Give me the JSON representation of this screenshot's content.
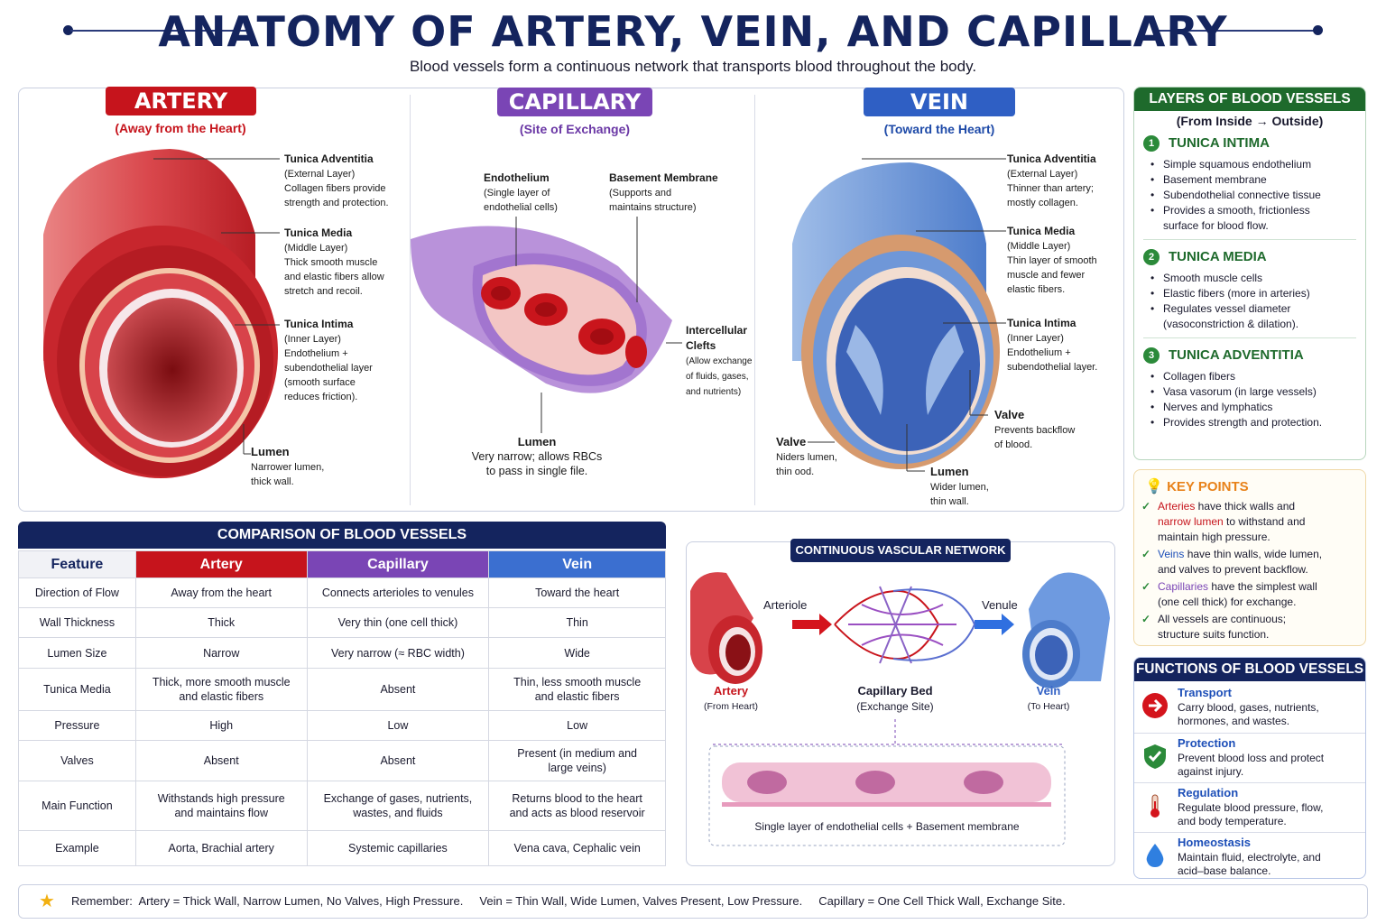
{
  "header": {
    "title": "ANATOMY OF ARTERY, VEIN, AND CAPILLARY",
    "subtitle": "Blood vessels form a continuous network that transports blood throughout the body."
  },
  "artery": {
    "tag": "ARTERY",
    "sub": "(Away from the Heart)",
    "adventitia": {
      "title": "Tunica Adventitia",
      "text": "(External Layer)\nCollagen fibers provide\nstrength and protection."
    },
    "media": {
      "title": "Tunica Media",
      "text": "(Middle Layer)\nThick smooth muscle\nand elastic fibers allow\nstretch and recoil."
    },
    "intima": {
      "title": "Tunica Intima",
      "text": "(Inner Layer)\nEndothelium +\nsubendothelial layer\n(smooth surface\nreduces friction)."
    },
    "lumen": {
      "title": "Lumen",
      "text": "Narrower lumen,\nthick wall."
    }
  },
  "capillary": {
    "tag": "CAPILLARY",
    "sub": "(Site of Exchange)",
    "endothelium": {
      "title": "Endothelium",
      "text": "(Single layer of\nendothelial cells)"
    },
    "basement": {
      "title": "Basement Membrane",
      "text": "(Supports and\nmaintains structure)"
    },
    "clefts": {
      "title": "Intercellular\nClefts",
      "text": "(Allow exchange\nof fluids, gases,\nand nutrients)"
    },
    "lumen": {
      "title": "Lumen",
      "text": "Very narrow; allows RBCs\nto pass in single file."
    }
  },
  "vein": {
    "tag": "VEIN",
    "sub": "(Toward the Heart)",
    "adventitia": {
      "title": "Tunica Adventitia",
      "text": "(External Layer)\nThinner than artery;\nmostly collagen."
    },
    "media": {
      "title": "Tunica Media",
      "text": "(Middle Layer)\nThin layer of smooth\nmuscle and fewer\nelastic fibers."
    },
    "intima": {
      "title": "Tunica Intima",
      "text": "(Inner Layer)\nEndothelium +\nsubendothelial layer."
    },
    "valve_right": {
      "title": "Valve",
      "text": "Prevents backflow\nof blood."
    },
    "valve_left": {
      "title": "Valve",
      "text": "Niders lumen,\nthin ood."
    },
    "lumen": {
      "title": "Lumen",
      "text": "Wider lumen,\nthin wall."
    }
  },
  "comparison": {
    "title": "COMPARISON OF BLOOD VESSELS",
    "headers": [
      "Feature",
      "Artery",
      "Capillary",
      "Vein"
    ],
    "rows": [
      [
        "Direction of Flow",
        "Away from the heart",
        "Connects arterioles to venules",
        "Toward the heart"
      ],
      [
        "Wall Thickness",
        "Thick",
        "Very thin (one cell thick)",
        "Thin"
      ],
      [
        "Lumen Size",
        "Narrow",
        "Very narrow (≈ RBC width)",
        "Wide"
      ],
      [
        "Tunica Media",
        "Thick, more smooth muscle\nand elastic fibers",
        "Absent",
        "Thin, less smooth muscle\nand elastic fibers"
      ],
      [
        "Pressure",
        "High",
        "Low",
        "Low"
      ],
      [
        "Valves",
        "Absent",
        "Absent",
        "Present (in medium and\nlarge veins)"
      ],
      [
        "Main Function",
        "Withstands high pressure\nand maintains flow",
        "Exchange of gases, nutrients,\nwastes, and fluids",
        "Returns blood to the heart\nand acts as blood reservoir"
      ],
      [
        "Example",
        "Aorta, Brachial artery",
        "Systemic capillaries",
        "Vena cava, Cephalic vein"
      ]
    ]
  },
  "network": {
    "title": "CONTINUOUS VASCULAR NETWORK",
    "arteriole": "Arteriole",
    "venule": "Venule",
    "artery": "Artery",
    "artery_sub": "(From Heart)",
    "bed": "Capillary Bed",
    "bed_sub": "(Exchange Site)",
    "vein": "Vein",
    "vein_sub": "(To Heart)",
    "cells_caption": "Single layer of endothelial cells + Basement membrane"
  },
  "layers": {
    "title": "LAYERS OF BLOOD VESSELS",
    "sub": "(From Inside → Outside)",
    "items": [
      {
        "num": "1",
        "name": "TUNICA INTIMA",
        "points": [
          "Simple squamous endothelium",
          "Basement membrane",
          "Subendothelial connective tissue",
          "Provides a smooth, frictionless\nsurface for blood flow."
        ]
      },
      {
        "num": "2",
        "name": "TUNICA MEDIA",
        "points": [
          "Smooth muscle cells",
          "Elastic fibers (more in arteries)",
          "Regulates vessel diameter\n(vasoconstriction & dilation)."
        ]
      },
      {
        "num": "3",
        "name": "TUNICA ADVENTITIA",
        "points": [
          "Collagen fibers",
          "Vasa vasorum (in large vessels)",
          "Nerves and lymphatics",
          "Provides strength and protection."
        ]
      }
    ]
  },
  "keypoints": {
    "title": "KEY POINTS",
    "items": [
      "Arteries have thick walls and\nnarrow lumen to withstand and\nmaintain high pressure.",
      "Veins have thin walls, wide lumen,\nand valves to prevent backflow.",
      "Capillaries have the simplest wall\n(one cell thick) for exchange.",
      "All vessels are continuous;\nstructure suits function."
    ]
  },
  "functions": {
    "title": "FUNCTIONS OF BLOOD VESSELS",
    "items": [
      {
        "name": "Transport",
        "desc": "Carry blood, gases, nutrients,\nhormones, and wastes.",
        "icon": "arrow-icon"
      },
      {
        "name": "Protection",
        "desc": "Prevent blood loss and protect\nagainst injury.",
        "icon": "shield-icon"
      },
      {
        "name": "Regulation",
        "desc": "Regulate blood pressure, flow,\nand body temperature.",
        "icon": "thermometer-icon"
      },
      {
        "name": "Homeostasis",
        "desc": "Maintain fluid, electrolyte, and\nacid–base balance.",
        "icon": "droplet-icon"
      }
    ]
  },
  "footer": {
    "lead": "Remember:",
    "artery": "Artery = Thick Wall, Narrow Lumen, No Valves, High Pressure.",
    "vein": "Vein = Thin Wall, Wide Lumen, Valves Present, Low Pressure.",
    "capillary": "Capillary = One Cell Thick Wall, Exchange Site."
  },
  "colors": {
    "artery": "#c6141c",
    "capillary": "#7a45b5",
    "vein": "#2f5fc4",
    "navy": "#14245e",
    "green": "#2b8a3a",
    "orange": "#e8821a"
  }
}
